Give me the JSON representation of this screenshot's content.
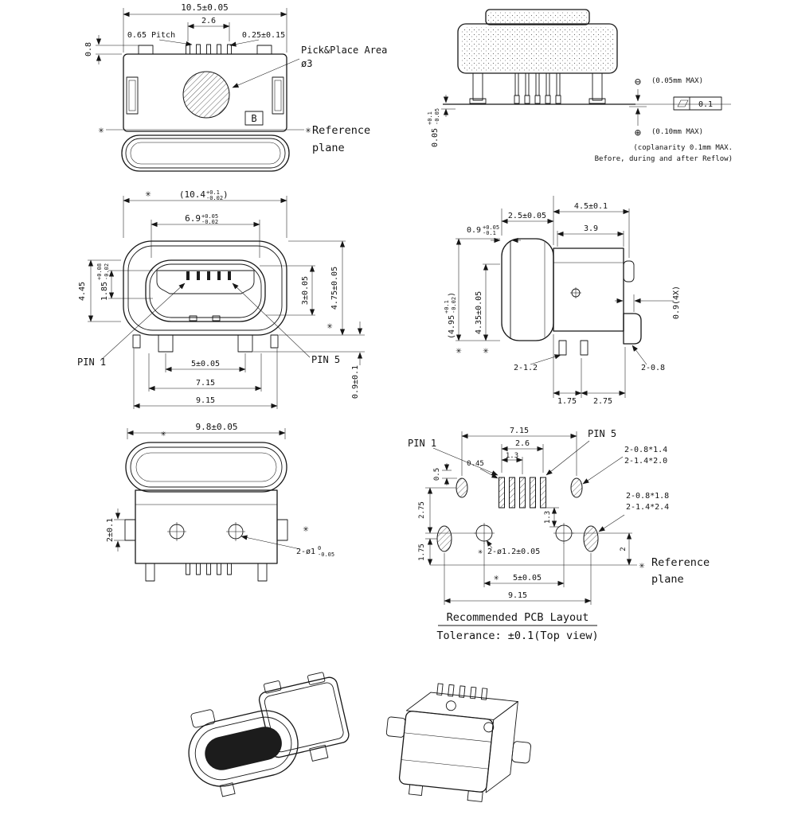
{
  "symbols": {
    "star": "✳",
    "minus_circle": "⊖",
    "plus_circle": "⊕"
  },
  "top_view": {
    "dim_overall": "10.5±0.05",
    "dim_pin_len": "0.8",
    "dim_pitch": "0.65 Pitch",
    "dim_pin_span": "2.6",
    "dim_pin_w": "0.25±0.15",
    "pick_place_1": "Pick&Place Area",
    "pick_place_2": "ø3",
    "datum": "B",
    "ref_1": "Reference",
    "ref_2": "plane"
  },
  "reflow_view": {
    "standoff": "0.05",
    "standoff_up": "+0.1",
    "standoff_dn": "-0.05",
    "max_up": "(0.05mm MAX)",
    "flatness": "0.1",
    "max_dn": "(0.10mm MAX)",
    "note_1": "(coplanarity 0.1mm MAX.",
    "note_2": "Before, during and after Reflow)"
  },
  "front_view": {
    "dim_overall": "(10.4",
    "dim_overall_up": "+0.1",
    "dim_overall_dn": "-0.02",
    "paren": ")",
    "dim_opening": "6.9",
    "dim_opening_up": "+0.05",
    "dim_opening_dn": "-0.02",
    "dim_height": "4.45",
    "dim_tongue": "1.85",
    "dim_tongue_up": "+0.08",
    "dim_tongue_dn": "-0.02",
    "dim_inner_h": "3±0.05",
    "dim_shell_h": "4.75±0.05",
    "pin1": "PIN 1",
    "pin5": "PIN 5",
    "dim_leg_span": "5±0.05",
    "dim_715": "7.15",
    "dim_915": "9.15",
    "dim_leg_h": "0.9±0.1"
  },
  "side_view": {
    "dim_25": "2.5±0.05",
    "dim_45": "4.5±0.1",
    "dim_39": "3.9",
    "dim_lip": "0.9",
    "dim_lip_up": "+0.05",
    "dim_lip_dn": "-0.1",
    "dim_oh": "(4.95",
    "dim_oh_up": "+0.1",
    "dim_oh_dn": "-0.02",
    "paren": ")",
    "dim_435": "4.35±0.05",
    "dim_foot": "0.9(4X)",
    "legs": "2-1.2",
    "feet": "2-0.8",
    "dim_175": "1.75",
    "dim_275": "2.75"
  },
  "bottom_view": {
    "dim_width": "9.8±0.05",
    "dim_tab": "2±0.1",
    "holes": "2-ø1",
    "holes_up": "0",
    "holes_dn": "-0.05"
  },
  "pcb_layout": {
    "dim_715": "7.15",
    "pin1": "PIN 1",
    "pin5": "PIN 5",
    "dim_26": "2.6",
    "dim_13": "1.3",
    "dim_05": "0.5",
    "dim_045": "0.45",
    "pads_top_1": "2-0.8*1.4",
    "pads_top_2": "2-1.4*2.0",
    "dim_275": "2.75",
    "dim_13b": "1.3",
    "pads_bot_1": "2-0.8*1.8",
    "pads_bot_2": "2-1.4*2.4",
    "dim_175": "1.75",
    "holes": "2-ø1.2±0.05",
    "dim_2": "2",
    "ref_1": "Reference",
    "ref_2": "plane",
    "dim_5": "5±0.05",
    "dim_915": "9.15",
    "title": "Recommended PCB Layout",
    "tolerance": "Tolerance: ±0.1(Top view)"
  }
}
